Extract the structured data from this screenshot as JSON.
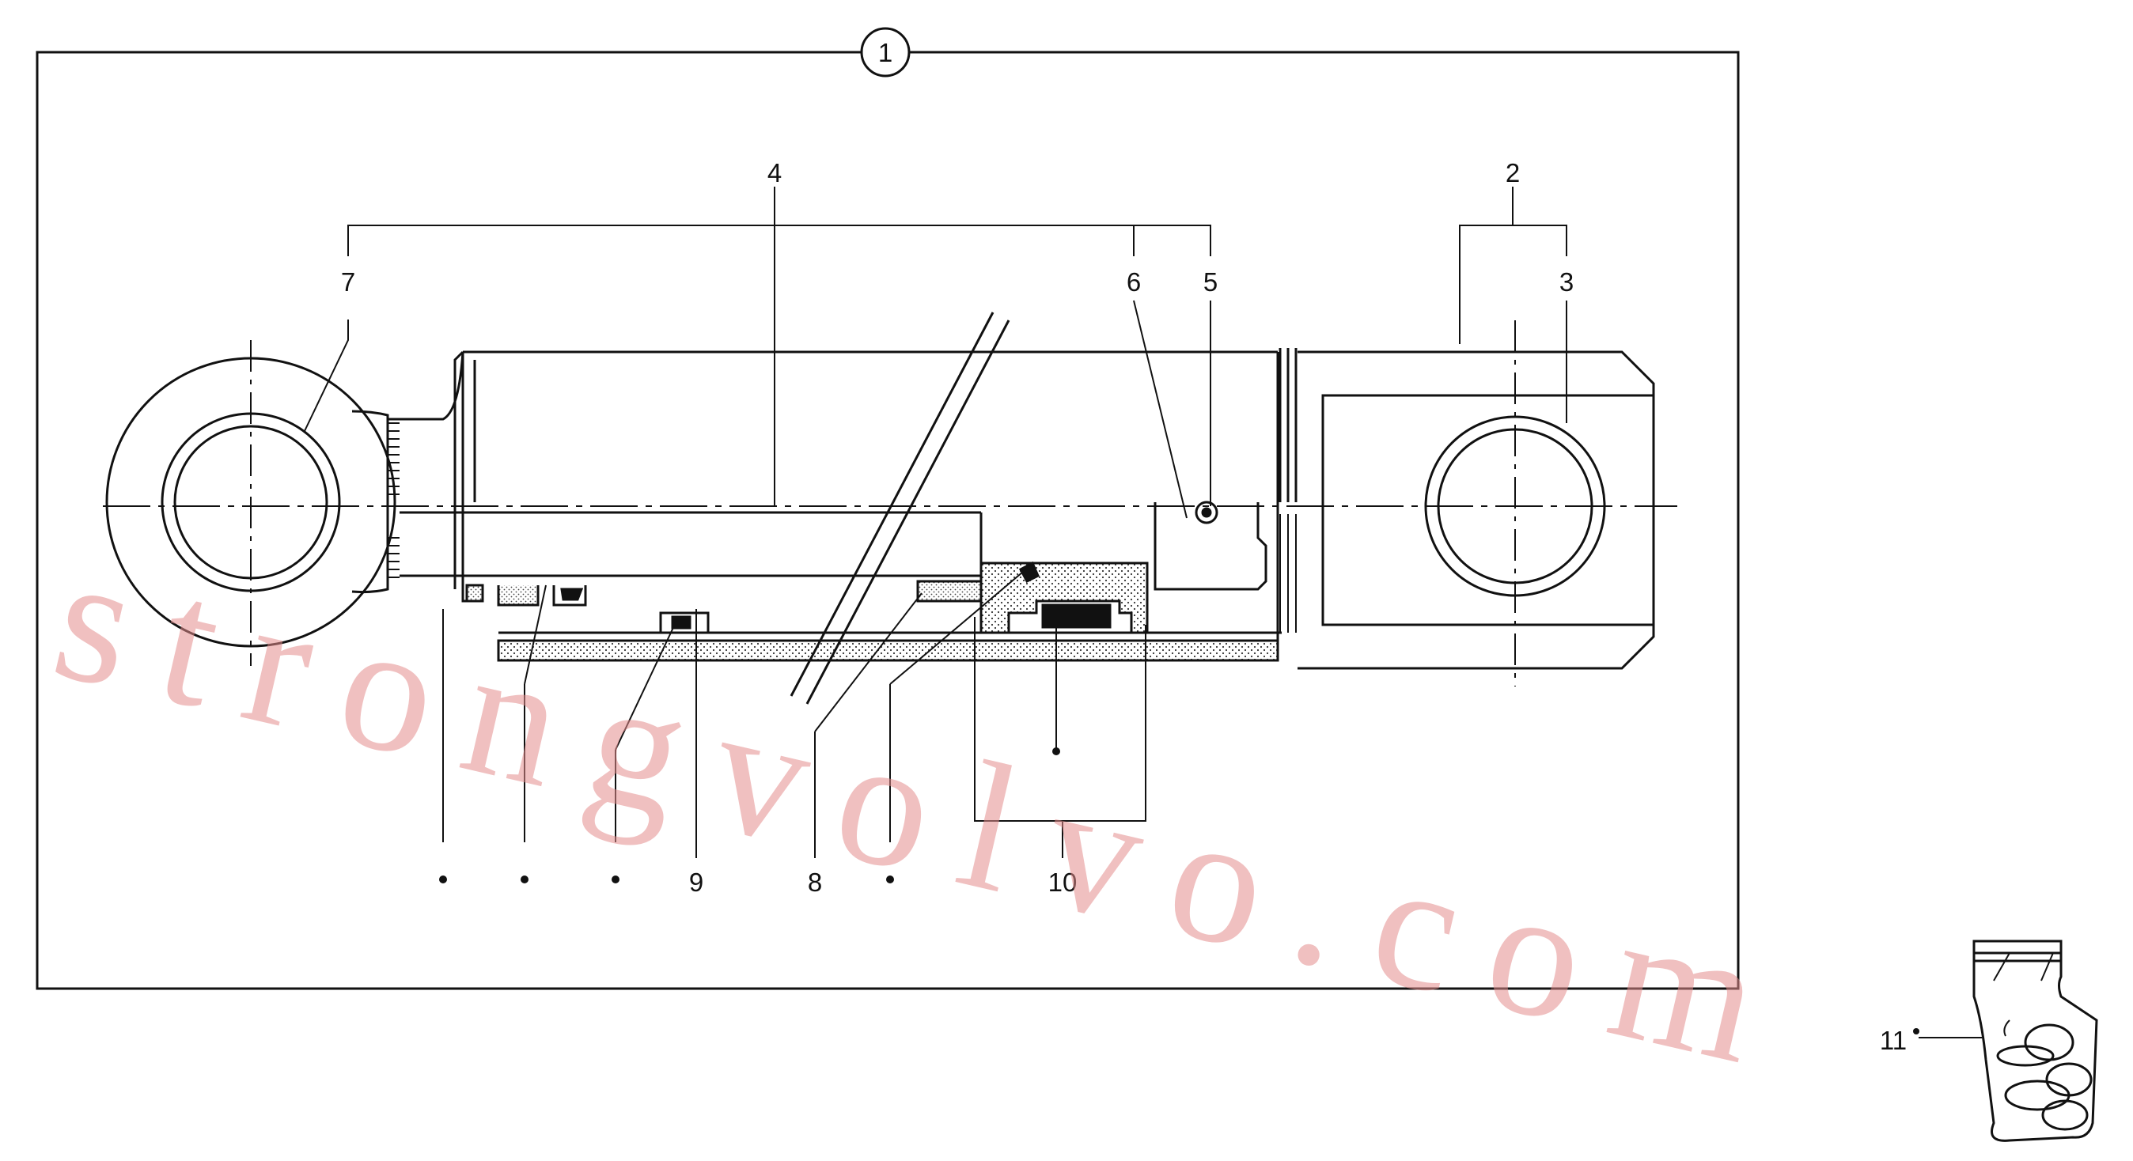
{
  "diagram": {
    "kit_number": "1",
    "callouts": {
      "c2": "2",
      "c3": "3",
      "c4": "4",
      "c5": "5",
      "c6": "6",
      "c7": "7",
      "c8": "8",
      "c9": "9",
      "c10": "10",
      "c11": "11"
    },
    "watermark": "strongvolvo.com"
  },
  "colors": {
    "line": "#111111",
    "watermark": "#e48c8c"
  }
}
